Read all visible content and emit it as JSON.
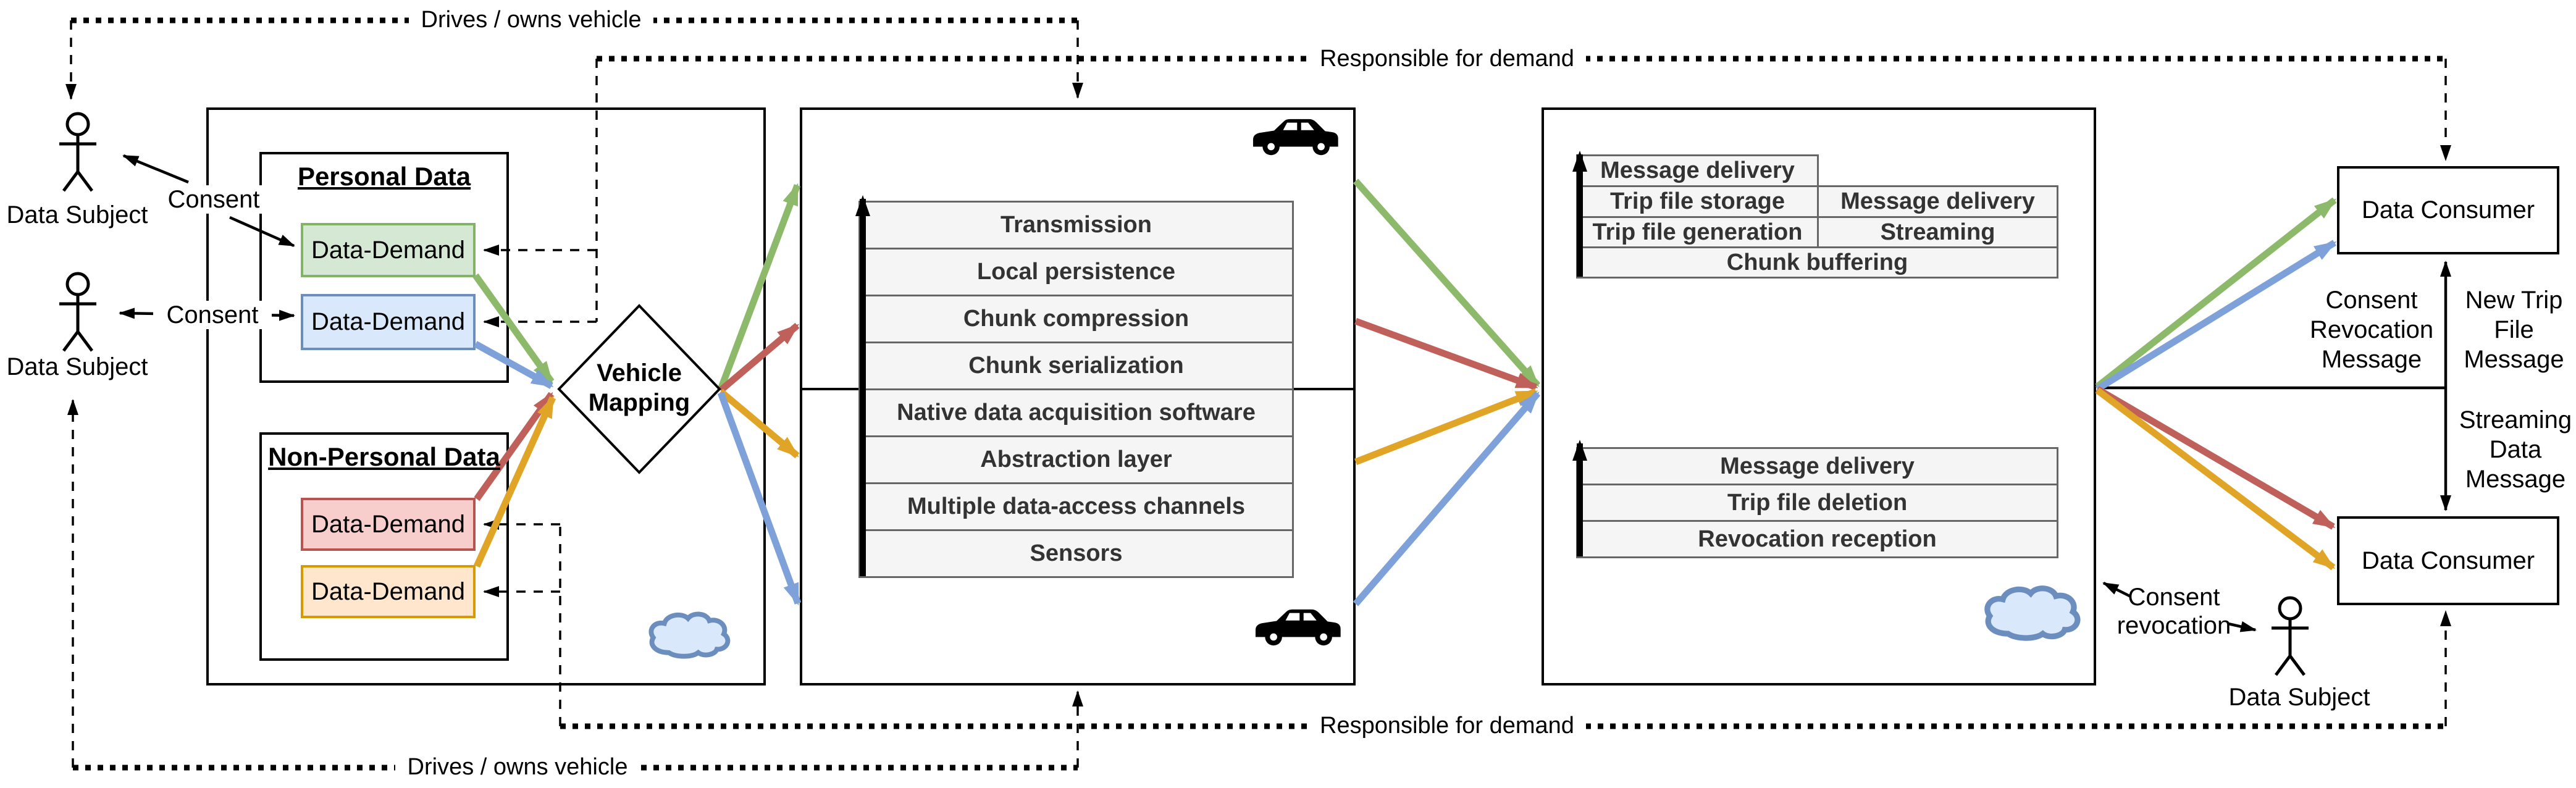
{
  "colors": {
    "demand_green_fill": "#D5E8D4",
    "demand_green_stroke": "#82B366",
    "demand_blue_fill": "#DAE8FC",
    "demand_blue_stroke": "#6C8EBF",
    "demand_red_fill": "#F8CECC",
    "demand_red_stroke": "#B85450",
    "demand_orange_fill": "#FFE6CC",
    "demand_orange_stroke": "#D79B00",
    "arrow_green": "#8CB96A",
    "arrow_blue": "#7DA1D8",
    "arrow_red": "#C0605A",
    "arrow_orange": "#E0A526",
    "cloud_fill": "#DAE8FC",
    "cloud_stroke": "#6C8EBF",
    "layer_fill": "#F5F5F5",
    "layer_stroke": "#666666",
    "layer_text": "#333333"
  },
  "subjects": {
    "left_top": "Data Subject",
    "left_bottom": "Data Subject",
    "right": "Data Subject"
  },
  "consents": {
    "top": "Consent",
    "bottom": "Consent",
    "revocation": "Consent revocation"
  },
  "relations": {
    "drives_top": "Drives / owns vehicle",
    "drives_bottom": "Drives / owns vehicle",
    "responsible_top": "Responsible for demand",
    "responsible_bottom": "Responsible for demand"
  },
  "personal": {
    "title": "Personal Data",
    "demand_green": "Data-Demand",
    "demand_blue": "Data-Demand"
  },
  "non_personal": {
    "title": "Non-Personal Data",
    "demand_red": "Data-Demand",
    "demand_orange": "Data-Demand"
  },
  "vehicle": {
    "mapping": "Vehicle Mapping",
    "layers": [
      "Transmission",
      "Local persistence",
      "Chunk compression",
      "Chunk serialization",
      "Native data acquisition software",
      "Abstraction layer",
      "Multiple data-access channels",
      "Sensors"
    ]
  },
  "backend": {
    "top_rows": {
      "r1": "Message delivery",
      "r2a": "Trip file storage",
      "r2b": "Message delivery",
      "r3a": "Trip file generation",
      "r3b": "Streaming",
      "r4": "Chunk buffering"
    },
    "bottom_layers": [
      "Message delivery",
      "Trip file deletion",
      "Revocation reception"
    ]
  },
  "consumers": {
    "top": "Data Consumer",
    "bottom": "Data Consumer"
  },
  "messages": {
    "consent_revocation": "Consent Revocation Message",
    "new_trip_file": "New Trip File Message",
    "streaming_data": "Streaming Data Message"
  }
}
